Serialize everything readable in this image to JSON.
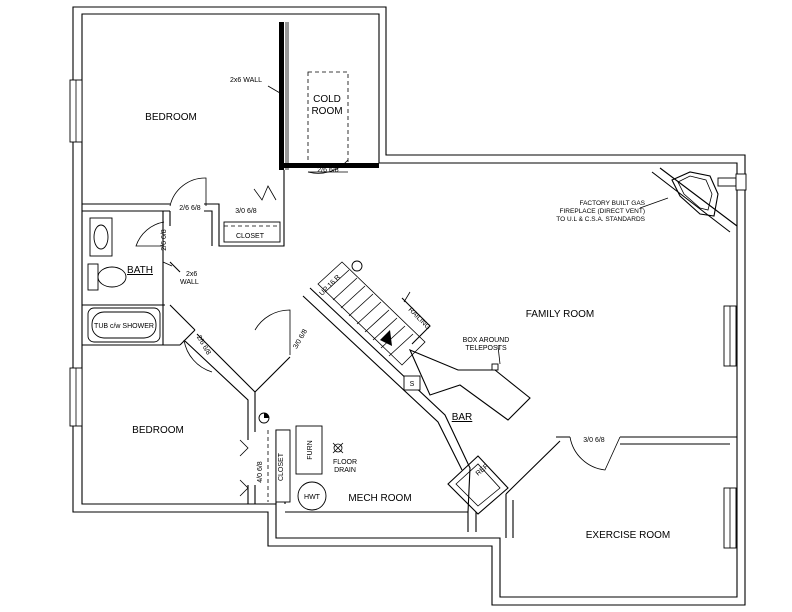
{
  "rooms": {
    "bedroom_top": "BEDROOM",
    "cold_room_line1": "COLD",
    "cold_room_line2": "ROOM",
    "bath": "BATH",
    "bedroom_bottom": "BEDROOM",
    "family_room": "FAMILY ROOM",
    "bar": "BAR",
    "mech_room": "MECH ROOM",
    "exercise_room": "EXERCISE ROOM"
  },
  "labels": {
    "wall_2x6_top": "2x6 WALL",
    "wall_2x6_bath_line1": "2x6",
    "wall_2x6_bath_line2": "WALL",
    "closet_top": "CLOSET",
    "closet_mech": "CLOSET",
    "tub": "TUB c/w SHOWER",
    "railing": "RAILING",
    "stairs": "UP 16 R",
    "box_line1": "BOX AROUND",
    "box_line2": "TELEPOSTS",
    "fireplace_line1": "FACTORY BUILT GAS",
    "fireplace_line2": "FIREPLACE (DIRECT VENT)",
    "fireplace_line3": "TO U.L & C.S.A. STANDARDS",
    "furnace": "FURN",
    "floor_drain_line1": "FLOOR",
    "floor_drain_line2": "DRAIN",
    "hwt": "HWT",
    "ref": "REF",
    "sink": "S"
  },
  "doors": {
    "cold_room": "2/6 6/8",
    "bedroom_top": "2/6 6/8",
    "closet_top": "3/0 6/8",
    "bath": "2/6 6/8",
    "bedroom_bottom": "2/6 6/8",
    "mech_room": "3/0 6/8",
    "closet_mech": "4/0 6/8",
    "exercise": "3/0 6/8"
  }
}
